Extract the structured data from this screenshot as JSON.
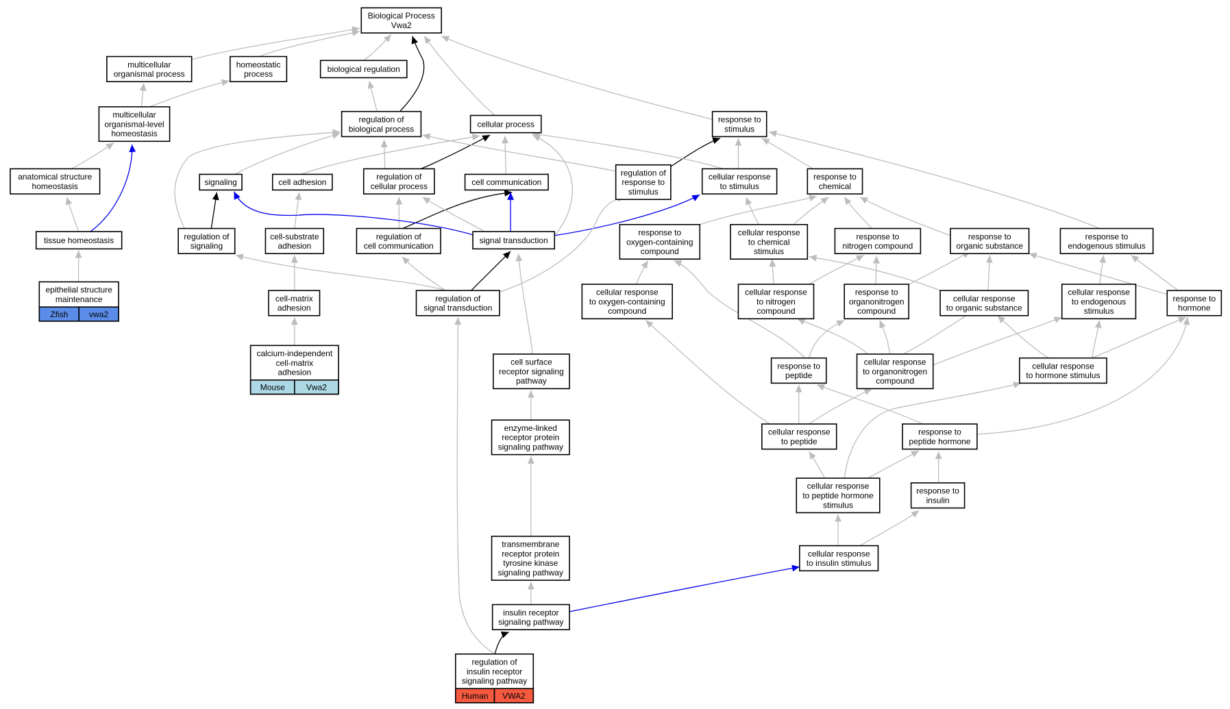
{
  "colors": {
    "edge_default": "#bdbdbd",
    "edge_black": "#000000",
    "edge_blue": "#0000ee",
    "zfish": "#5b8de8",
    "mouse": "#add8e6",
    "human": "#f55a40"
  },
  "nodes": {
    "bp": {
      "lines": [
        "Biological Process",
        "Vwa2"
      ]
    },
    "multi_org": {
      "lines": [
        "multicellular",
        "organismal process"
      ]
    },
    "homeo_proc": {
      "lines": [
        "homeostatic",
        "process"
      ]
    },
    "bio_reg": {
      "lines": [
        "biological regulation"
      ]
    },
    "multi_homeo": {
      "lines": [
        "multicellular",
        "organismal-level",
        "homeostasis"
      ]
    },
    "reg_bio": {
      "lines": [
        "regulation of",
        "biological process"
      ]
    },
    "cell_proc": {
      "lines": [
        "cellular process"
      ]
    },
    "resp_stim": {
      "lines": [
        "response to",
        "stimulus"
      ]
    },
    "anat_homeo": {
      "lines": [
        "anatomical structure",
        "homeostasis"
      ]
    },
    "signaling": {
      "lines": [
        "signaling"
      ]
    },
    "cell_adh": {
      "lines": [
        "cell adhesion"
      ]
    },
    "reg_cell_proc": {
      "lines": [
        "regulation of",
        "cellular process"
      ]
    },
    "cell_comm": {
      "lines": [
        "cell communication"
      ]
    },
    "reg_resp_stim": {
      "lines": [
        "regulation of",
        "response to",
        "stimulus"
      ]
    },
    "cell_resp_stim": {
      "lines": [
        "cellular response",
        "to stimulus"
      ]
    },
    "resp_chem": {
      "lines": [
        "response to",
        "chemical"
      ]
    },
    "tissue_homeo": {
      "lines": [
        "tissue homeostasis"
      ]
    },
    "reg_signaling": {
      "lines": [
        "regulation of",
        "signaling"
      ]
    },
    "cell_sub_adh": {
      "lines": [
        "cell-substrate",
        "adhesion"
      ]
    },
    "reg_cell_comm": {
      "lines": [
        "regulation of",
        "cell communication"
      ]
    },
    "sig_trans": {
      "lines": [
        "signal transduction"
      ]
    },
    "resp_oxy": {
      "lines": [
        "response to",
        "oxygen-containing",
        "compound"
      ]
    },
    "cell_resp_chem": {
      "lines": [
        "cellular response",
        "to chemical",
        "stimulus"
      ]
    },
    "resp_nitro": {
      "lines": [
        "response to",
        "nitrogen compound"
      ]
    },
    "resp_org_sub": {
      "lines": [
        "response to",
        "organic substance"
      ]
    },
    "resp_endo": {
      "lines": [
        "response to",
        "endogenous stimulus"
      ]
    },
    "epi_struct": {
      "lines": [
        "epithelial structure",
        "maintenance"
      ],
      "species": [
        "Zfish",
        "vwa2"
      ]
    },
    "cell_matrix_adh": {
      "lines": [
        "cell-matrix",
        "adhesion"
      ]
    },
    "reg_sig_trans": {
      "lines": [
        "regulation of",
        "signal transduction"
      ]
    },
    "cell_resp_oxy": {
      "lines": [
        "cellular response",
        "to oxygen-containing",
        "compound"
      ]
    },
    "cell_resp_nitro": {
      "lines": [
        "cellular response",
        "to nitrogen",
        "compound"
      ]
    },
    "resp_organonitro": {
      "lines": [
        "response to",
        "organonitrogen",
        "compound"
      ]
    },
    "cell_resp_org_sub": {
      "lines": [
        "cellular response",
        "to organic substance"
      ]
    },
    "cell_resp_endo": {
      "lines": [
        "cellular response",
        "to endogenous",
        "stimulus"
      ]
    },
    "resp_hormone": {
      "lines": [
        "response to",
        "hormone"
      ]
    },
    "calc_indep": {
      "lines": [
        "calcium-independent",
        "cell-matrix",
        "adhesion"
      ],
      "species": [
        "Mouse",
        "Vwa2"
      ]
    },
    "cell_surf": {
      "lines": [
        "cell surface",
        "receptor signaling",
        "pathway"
      ]
    },
    "resp_peptide": {
      "lines": [
        "response to",
        "peptide"
      ]
    },
    "cell_resp_organonitro": {
      "lines": [
        "cellular response",
        "to organonitrogen",
        "compound"
      ]
    },
    "cell_resp_hormone": {
      "lines": [
        "cellular response",
        "to hormone stimulus"
      ]
    },
    "enzyme_linked": {
      "lines": [
        "enzyme-linked",
        "receptor protein",
        "signaling pathway"
      ]
    },
    "cell_resp_peptide": {
      "lines": [
        "cellular response",
        "to peptide"
      ]
    },
    "resp_pep_hormone": {
      "lines": [
        "response to",
        "peptide hormone"
      ]
    },
    "cell_resp_pep_hormone": {
      "lines": [
        "cellular response",
        "to peptide hormone",
        "stimulus"
      ]
    },
    "resp_insulin": {
      "lines": [
        "response to",
        "insulin"
      ]
    },
    "transmem": {
      "lines": [
        "transmembrane",
        "receptor protein",
        "tyrosine kinase",
        "signaling pathway"
      ]
    },
    "cell_resp_insulin": {
      "lines": [
        "cellular response",
        "to insulin stimulus"
      ]
    },
    "insulin_path": {
      "lines": [
        "insulin receptor",
        "signaling pathway"
      ]
    },
    "reg_insulin": {
      "lines": [
        "regulation of",
        "insulin receptor",
        "signaling pathway"
      ],
      "species": [
        "Human",
        "VWA2"
      ]
    }
  }
}
